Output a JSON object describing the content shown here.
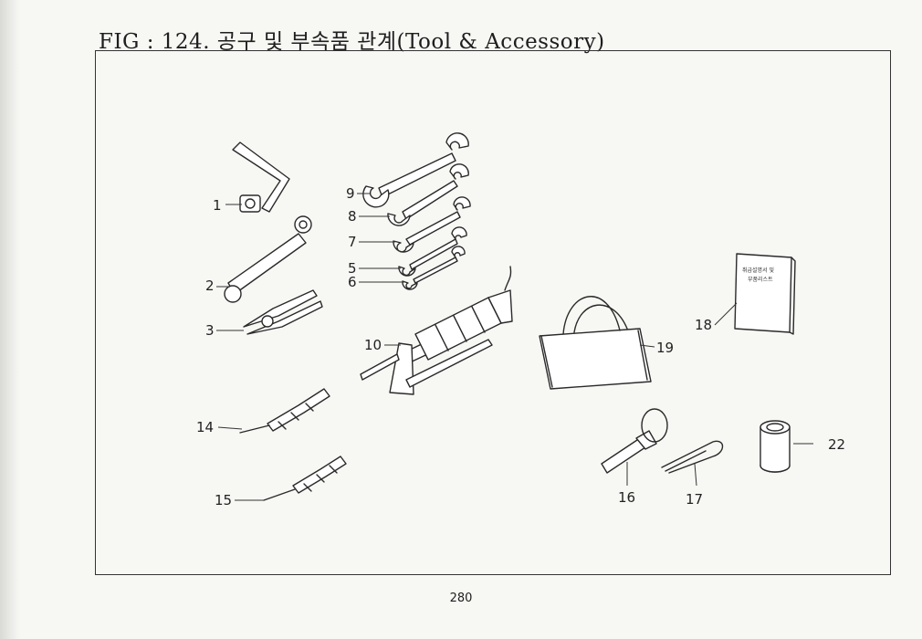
{
  "title": "FIG : 124. 공구 및 부속품 관계(Tool & Accessory)",
  "page_number": "280",
  "manual_cover": {
    "line1": "취급설명서 및",
    "line2": "부품리스트"
  },
  "callouts": [
    {
      "id": "1",
      "label": "1"
    },
    {
      "id": "2",
      "label": "2"
    },
    {
      "id": "3",
      "label": "3"
    },
    {
      "id": "5",
      "label": "5"
    },
    {
      "id": "6",
      "label": "6"
    },
    {
      "id": "7",
      "label": "7"
    },
    {
      "id": "8",
      "label": "8"
    },
    {
      "id": "9",
      "label": "9"
    },
    {
      "id": "10",
      "label": "10"
    },
    {
      "id": "14",
      "label": "14"
    },
    {
      "id": "15",
      "label": "15"
    },
    {
      "id": "16",
      "label": "16"
    },
    {
      "id": "17",
      "label": "17"
    },
    {
      "id": "18",
      "label": "18"
    },
    {
      "id": "19",
      "label": "19"
    },
    {
      "id": "22",
      "label": "22"
    }
  ]
}
